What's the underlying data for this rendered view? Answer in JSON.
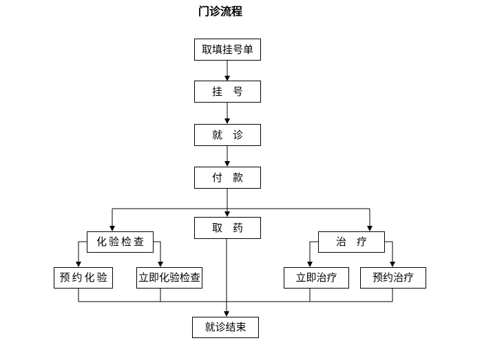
{
  "title": "门诊流程",
  "colors": {
    "background": "#ffffff",
    "line": "#000000",
    "text": "#000000",
    "node_fill": "#ffffff",
    "node_border": "#000000"
  },
  "flowchart": {
    "nodes": [
      {
        "id": "get-registration-form",
        "label": "取填挂号单"
      },
      {
        "id": "register",
        "label": "挂　号"
      },
      {
        "id": "see-doctor",
        "label": "就　诊"
      },
      {
        "id": "pay",
        "label": "付　款"
      },
      {
        "id": "get-medicine",
        "label": "取　药"
      },
      {
        "id": "lab-test",
        "label": "化验检查"
      },
      {
        "id": "treatment",
        "label": "治　疗"
      },
      {
        "id": "scheduled-lab",
        "label": "预约化验"
      },
      {
        "id": "immediate-lab",
        "label": "立即化验检查"
      },
      {
        "id": "immediate-treatment",
        "label": "立即治疗"
      },
      {
        "id": "scheduled-treatment",
        "label": "预约治疗"
      },
      {
        "id": "visit-end",
        "label": "就诊结束"
      }
    ],
    "edges": [
      {
        "from": "get-registration-form",
        "to": "register"
      },
      {
        "from": "register",
        "to": "see-doctor"
      },
      {
        "from": "see-doctor",
        "to": "pay"
      },
      {
        "from": "pay",
        "to": "lab-test"
      },
      {
        "from": "pay",
        "to": "get-medicine"
      },
      {
        "from": "pay",
        "to": "treatment"
      },
      {
        "from": "lab-test",
        "to": "scheduled-lab"
      },
      {
        "from": "lab-test",
        "to": "immediate-lab"
      },
      {
        "from": "treatment",
        "to": "immediate-treatment"
      },
      {
        "from": "treatment",
        "to": "scheduled-treatment"
      },
      {
        "from": "get-medicine",
        "to": "visit-end"
      },
      {
        "from": "scheduled-lab",
        "to": "visit-end"
      },
      {
        "from": "immediate-lab",
        "to": "visit-end"
      },
      {
        "from": "immediate-treatment",
        "to": "visit-end"
      },
      {
        "from": "scheduled-treatment",
        "to": "visit-end"
      }
    ]
  }
}
